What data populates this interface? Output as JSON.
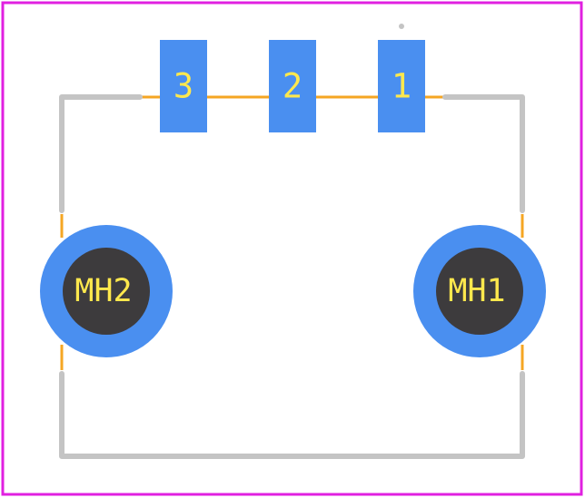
{
  "colors": {
    "board_outline": "#e020e0",
    "silkscreen": "#c4c4c4",
    "courtyard": "#f5a623",
    "pad": "#4a8ff0",
    "hole": "#3d3b3d",
    "label": "#ffe84d"
  },
  "pads": [
    {
      "label": "3"
    },
    {
      "label": "2"
    },
    {
      "label": "1"
    }
  ],
  "mounting_holes": [
    {
      "label": "MH2"
    },
    {
      "label": "MH1"
    }
  ]
}
